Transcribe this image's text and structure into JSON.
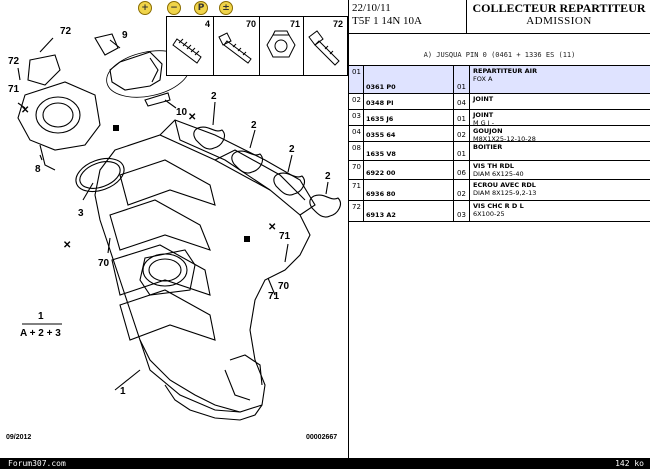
{
  "toolbar": {
    "buttons": [
      {
        "icon": "zoom-in-icon",
        "symbol": "+"
      },
      {
        "icon": "zoom-out-icon",
        "symbol": "−"
      },
      {
        "icon": "zoom-reset-icon",
        "symbol": "P"
      },
      {
        "icon": "zoom-fit-icon",
        "symbol": "±"
      }
    ]
  },
  "diagram": {
    "callouts": [
      "72",
      "9",
      "72",
      "71",
      "8",
      "3",
      "10",
      "2",
      "2",
      "2",
      "2",
      "71",
      "70",
      "70",
      "71",
      "1",
      "A + 2 + 3"
    ],
    "parts_box": [
      "4",
      "70",
      "71",
      "72"
    ],
    "footer_left": "09/2012",
    "footer_right": "00002667"
  },
  "header": {
    "date": "22/10/11",
    "code": "T5F 1 14N 10A",
    "title": "COLLECTEUR REPARTITEUR",
    "subtitle": "ADMISSION"
  },
  "note": "A) JUSQUA PIN 0 (0461 + 1336 ES (11)",
  "rows": [
    {
      "num": "01",
      "ref": "0361 P0",
      "qty": "01",
      "desc": [
        "REPARTITEUR AIR",
        "FOX A"
      ],
      "highlight": true
    },
    {
      "num": "02",
      "ref": "0348 PI",
      "qty": "04",
      "desc": [
        "JOINT"
      ],
      "highlight": false
    },
    {
      "num": "03",
      "ref": "1635 J6",
      "qty": "01",
      "desc": [
        "JOINT",
        "M G I -"
      ],
      "highlight": false
    },
    {
      "num": "04",
      "ref": "0355 64",
      "qty": "02",
      "desc": [
        "GOUJON",
        "M8X1X25-12-10-28"
      ],
      "highlight": false
    },
    {
      "num": "08",
      "ref": "1635 V8",
      "qty": "01",
      "desc": [
        "BOITIER"
      ],
      "highlight": false
    },
    {
      "num": "70",
      "ref": "6922 00",
      "qty": "06",
      "desc": [
        "VIS TH RDL",
        "DIAM 6X125-40"
      ],
      "highlight": false
    },
    {
      "num": "71",
      "ref": "6936 80",
      "qty": "02",
      "desc": [
        "ECROU AVEC RDL",
        "DIAM 8X125-9,2-13"
      ],
      "highlight": false
    },
    {
      "num": "72",
      "ref": "6913 A2",
      "qty": "03",
      "desc": [
        "VIS CHC R D L",
        "6X100-25"
      ],
      "highlight": false
    }
  ],
  "bottom": {
    "left": "Forum307.com",
    "right": "142 ko"
  }
}
